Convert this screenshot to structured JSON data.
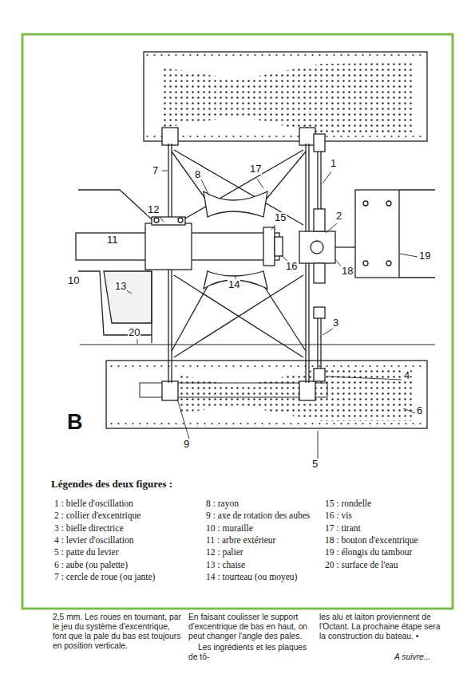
{
  "diagram": {
    "labels": [
      "17",
      "7",
      "8",
      "1",
      "2",
      "12",
      "15",
      "11",
      "16",
      "19",
      "18",
      "10",
      "13",
      "14",
      "3",
      "20",
      "4",
      "6",
      "9",
      "5",
      "B",
      "Légendes des deux figures :",
      "1 : bielle d'oscillation",
      "2 : collier d'excentrique",
      "3 : bielle directrice",
      "4 : levier d'oscillation",
      "5 : patte du levier",
      "6 : aube (ou palette)",
      "7 : cercle de roue (ou jante)",
      "8 : rayon",
      "9 : axe de rotation des aubes",
      "10 : muraille",
      "11 : arbre extérieur",
      "12 : palier",
      "13 : chaise",
      "14 : tourteau (ou moyeu)",
      "15 : rondelle",
      "16 : vis",
      "17 : tirant",
      "18 : bouton d'excentrique",
      "19 : élongis du tambour",
      "20 : surface de l'eau",
      "2,5 mm. Les roues en tournant, par le jeu du système d'excentrique, font que la pale du bas est toujours en position verticale.",
      "En faisant coulisser le support d'excentrique de bas en haut, on peut changer l'angle des pales.",
      "Les ingrédients et les plaques de tô-",
      "les alu et laiton proviennent de l'Octant. La prochaine étape sera la construction du bateau. •",
      "A suivre..."
    ]
  }
}
